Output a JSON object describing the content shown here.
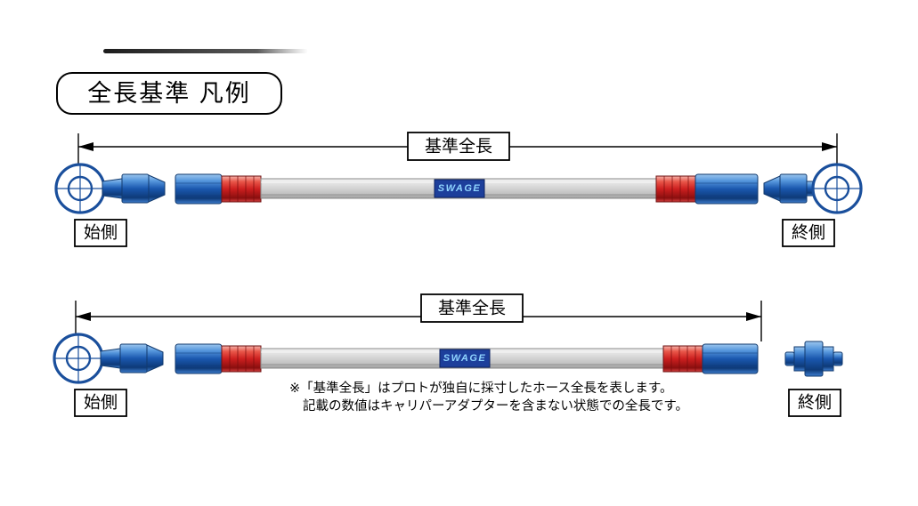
{
  "title": "全長基準 凡例",
  "hose_top": {
    "dimension_label": "基準全長",
    "start_label": "始側",
    "end_label": "終側",
    "swage_label": "SWAGE"
  },
  "hose_bottom": {
    "dimension_label": "基準全長",
    "start_label": "始側",
    "end_label": "終側",
    "swage_label": "SWAGE"
  },
  "note": {
    "line1": "※「基準全長」はプロトが独自に採寸したホース全長を表します。",
    "line2": "記載の数値はキャリパーアダプターを含まない状態での全長です。"
  },
  "colors": {
    "fitting_blue": "#1d5cb0",
    "fitting_red": "#cc1f1f",
    "hose_gray": "#c8c8c8",
    "swage_box": "#1d3f9b",
    "swage_text": "#8fd4ff",
    "outline_blue": "#123a6e",
    "dimension_black": "#000000"
  }
}
